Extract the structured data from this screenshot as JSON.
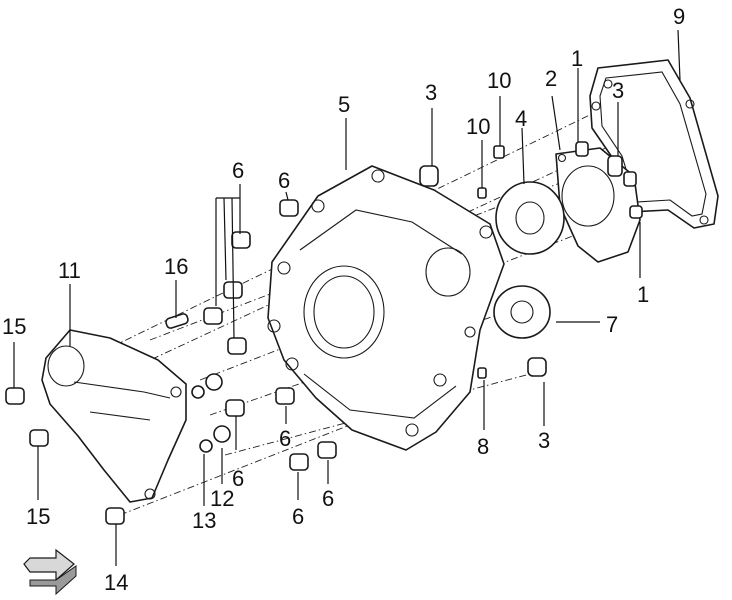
{
  "callouts": {
    "c1": "1",
    "c2": "1",
    "c3": "2",
    "c4": "3",
    "c5": "3",
    "c6": "3",
    "c7": "4",
    "c8": "5",
    "c9": "6",
    "c10": "6",
    "c11": "6",
    "c12": "6",
    "c13": "6",
    "c14": "6",
    "c15": "7",
    "c16": "8",
    "c17": "9",
    "c18": "10",
    "c19": "10",
    "c20": "11",
    "c21": "12",
    "c22": "13",
    "c23": "14",
    "c24": "15",
    "c25": "15",
    "c26": "16"
  },
  "colors": {
    "line": "#1a1a1a",
    "arrow": "#cfcfcf",
    "background": "#ffffff"
  },
  "icons": {
    "orientation_arrow": "arrow-icon"
  }
}
